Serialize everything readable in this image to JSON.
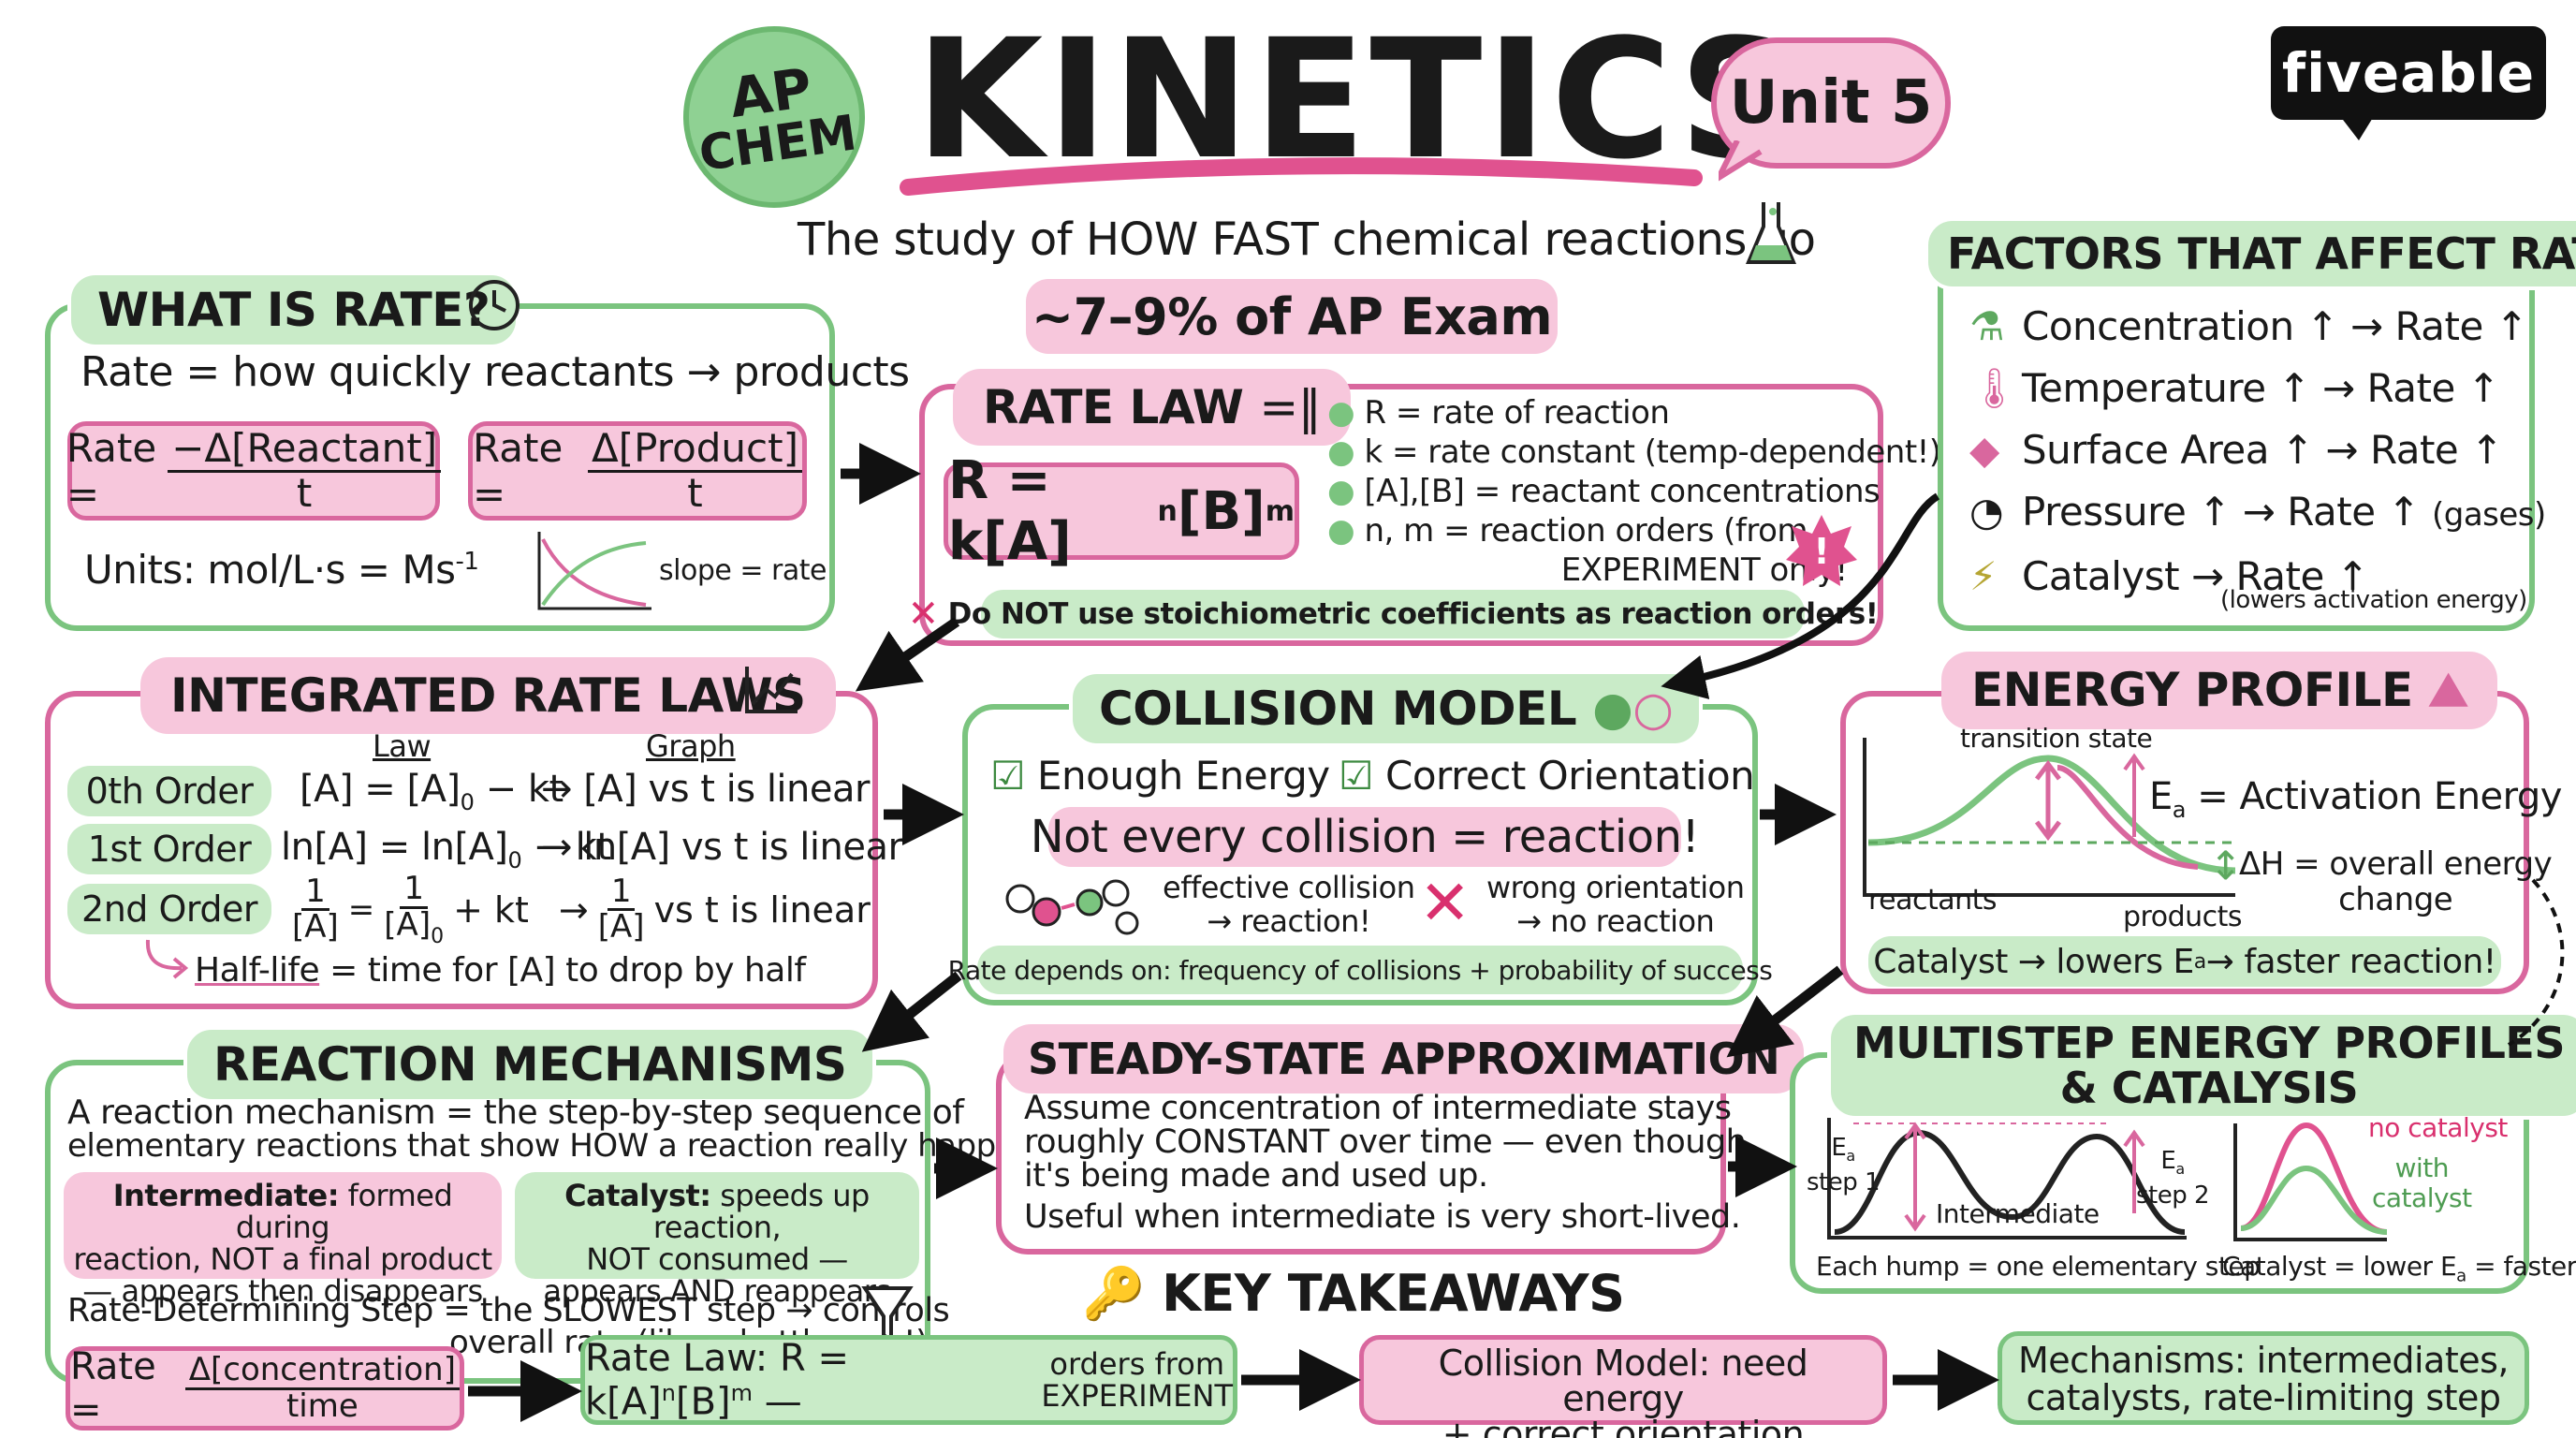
{
  "title": {
    "badge_line1": "AP",
    "badge_line2": "CHEM",
    "main": "KINETICS",
    "unit": "Unit 5",
    "brand": "fiveable",
    "subtitle": "The study of HOW FAST chemical reactions go",
    "exam": "~7–9% of AP Exam"
  },
  "rate": {
    "header": "WHAT IS RATE?",
    "def": "Rate = how quickly reactants → products",
    "f1_lhs": "Rate =",
    "f1_num": "−Δ[Reactant]",
    "f1_den": "t",
    "f2_lhs": "Rate =",
    "f2_num": "Δ[Product]",
    "f2_den": "t",
    "units": "Units: mol/L·s = Ms",
    "units_sup": "-1",
    "slope": "slope = rate"
  },
  "ratelaw": {
    "header": "RATE LAW",
    "formula": "R = k[A]",
    "fn": "n",
    "fb": "[B]",
    "fm": "m",
    "bullets": [
      "R = rate of reaction",
      "k = rate constant (temp-dependent!)",
      "[A],[B] = reactant concentrations",
      "n, m = reaction orders (from"
    ],
    "bullet_cont": "EXPERIMENT only!",
    "warning": "Do NOT use stoichiometric coefficients as reaction orders!"
  },
  "factors": {
    "header": "FACTORS THAT AFFECT RATE",
    "items": [
      "Concentration ↑ → Rate ↑",
      "Temperature ↑ → Rate ↑",
      "Surface Area ↑ → Rate ↑",
      "Pressure ↑ → Rate ↑",
      "Catalyst → Rate ↑"
    ],
    "gases": "(gases)",
    "note": "(lowers activation energy)"
  },
  "integrated": {
    "header": "INTEGRATED RATE LAWS",
    "col_law": "Law",
    "col_graph": "Graph",
    "rows": [
      {
        "order": "0th Order",
        "law": "[A] = [A]",
        "law_sub": "0",
        "law_end": " − kt",
        "graph": "→ [A] vs t is linear"
      },
      {
        "order": "1st Order",
        "law": "ln[A] = ln[A]",
        "law_sub": "0",
        "law_end": " − kt",
        "graph": "→ ln[A] vs t is linear"
      },
      {
        "order": "2nd Order",
        "graph": "vs t is linear"
      }
    ],
    "one": "1",
    "a": "[A]",
    "a0": "[A]",
    "a0_sub": "0",
    "plus_kt": "+ kt",
    "eq": "=",
    "halflife": "Half-life",
    "halflife_def": "= time for [A] to drop by half"
  },
  "collision": {
    "header": "COLLISION MODEL",
    "check1": "Enough Energy",
    "check2": "Correct Orientation",
    "banner": "Not every collision = reaction!",
    "eff1": "effective collision",
    "eff2": "→ reaction!",
    "wrong1": "wrong orientation",
    "wrong2": "→ no reaction",
    "footer": "Rate depends on: frequency of collisions + probability of success"
  },
  "energy": {
    "header": "ENERGY PROFILE",
    "ts": "transition state",
    "ea": "E",
    "ea_sub": "a",
    "ea_text": " = Activation Energy",
    "dh1": "ΔH = overall energy",
    "dh2": "change",
    "reactants": "reactants",
    "products": "products",
    "catalyst": "Catalyst → lowers E",
    "catalyst_end": " → faster reaction!"
  },
  "mech": {
    "header": "REACTION MECHANISMS",
    "intro1": "A reaction mechanism = the step-by-step sequence of",
    "intro2": "elementary reactions that show HOW a reaction really happens",
    "inter_b": "Intermediate:",
    "inter_1": " formed during",
    "inter_2": "reaction, NOT a final product",
    "inter_3": "— appears then disappears",
    "cat_b": "Catalyst:",
    "cat_1": " speeds up reaction,",
    "cat_2": "NOT consumed —",
    "cat_3": "appears AND reappears",
    "rds1": "Rate-Determining Step = the SLOWEST step → controls",
    "rds2": "overall rate (like a bottleneck!)"
  },
  "steady": {
    "header": "STEADY-STATE APPROXIMATION",
    "l1": "Assume concentration of intermediate stays",
    "l2": "roughly CONSTANT over time — even though",
    "l3": "it's being made and used up.",
    "l4": "Useful when intermediate is very short-lived."
  },
  "multi": {
    "header1": "MULTISTEP ENERGY PROFILES",
    "header2": "& CATALYSIS",
    "step1": "step 1",
    "step2": "step 2",
    "intermediate": "Intermediate",
    "hump": "Each hump = one elementary step",
    "nocat": "no catalyst",
    "with1": "with",
    "with2": "catalyst",
    "lower": "Catalyst = lower E",
    "lower_end": " = faster!"
  },
  "takeaways": {
    "header": "KEY TAKEAWAYS",
    "t1_lhs": "Rate =",
    "t1_num": "Δ[concentration]",
    "t1_den": "time",
    "t2": "Rate Law: R = k[A]",
    "t2_b": "[B]",
    "t2_tail1": "orders from",
    "t2_tail2": "EXPERIMENT",
    "t3_1": "Collision Model: need energy",
    "t3_2": "+ correct orientation",
    "t4_1": "Mechanisms: intermediates,",
    "t4_2": "catalysts, rate-limiting step"
  },
  "colors": {
    "green": "#7bc47f",
    "green_fill": "#c9ebc8",
    "pink": "#d9679e",
    "pink_fill": "#f7c7dc"
  }
}
